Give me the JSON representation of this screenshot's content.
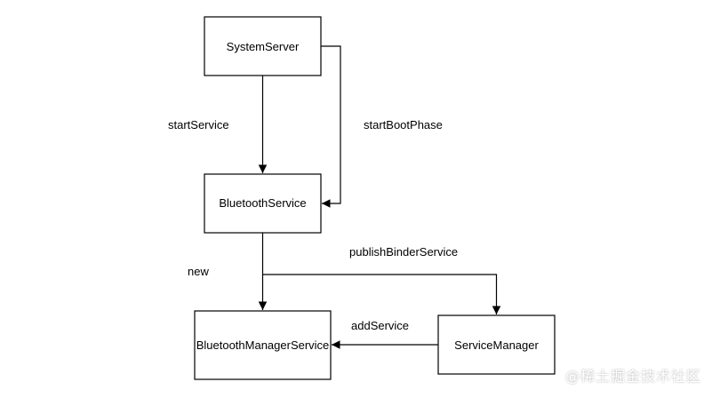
{
  "nodes": {
    "system_server": "SystemServer",
    "bluetooth_service": "BluetoothService",
    "bluetooth_manager_service": "BluetoothManagerService",
    "service_manager": "ServiceManager"
  },
  "edges": {
    "start_service": "startService",
    "start_boot_phase": "startBootPhase",
    "new": "new",
    "publish_binder_service": "publishBinderService",
    "add_service": "addService"
  },
  "watermark": "@稀土掘金技术社区",
  "colors": {
    "stroke": "#000000",
    "fill": "#ffffff",
    "background": "#ffffff"
  }
}
